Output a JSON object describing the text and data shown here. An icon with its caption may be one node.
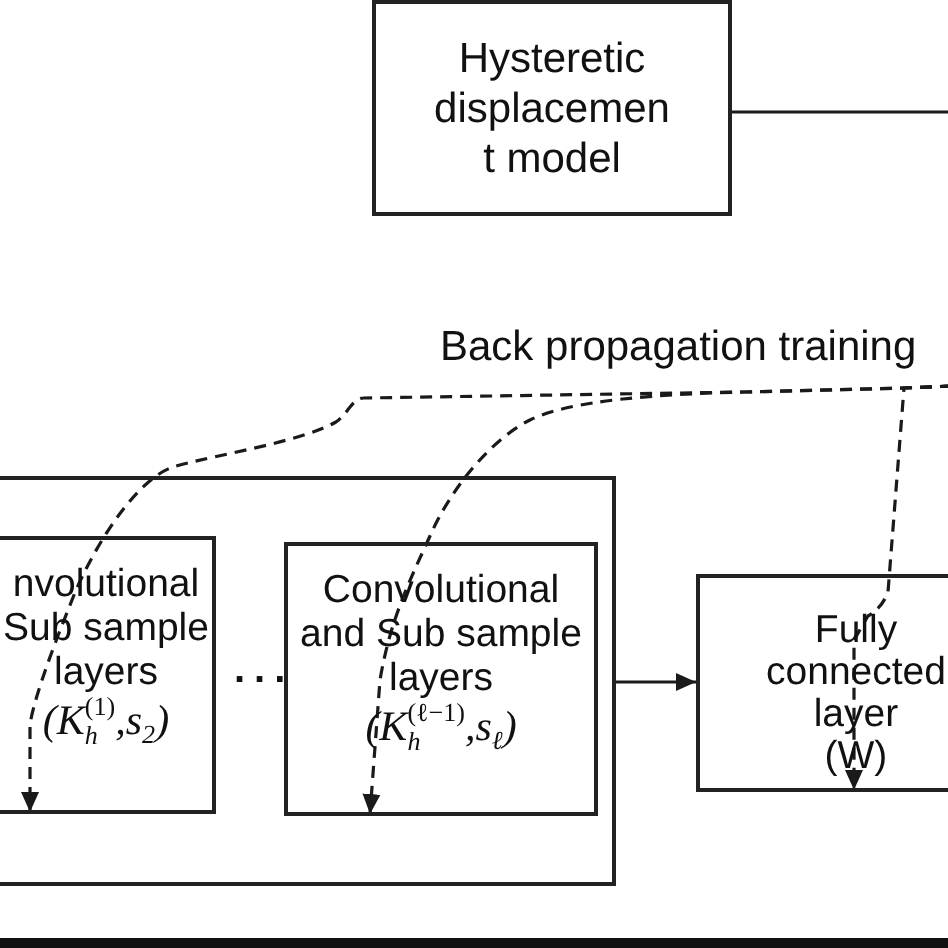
{
  "diagram": {
    "nodes": [
      {
        "text": [
          "Hysteretic displacemen t model"
        ]
      },
      {
        "text": [],
        "shape": "box"
      },
      {
        "text": [
          "nvolutional Sub sample layers",
          "(K$_{h}$$^{(1)}$,s$_{2}$)"
        ],
        "in": 1
      },
      {
        "text": [
          "Convolutional and Sub sample layers",
          "(K$_{h}$$^{(ℓ−1)}$,s$_{ℓ}$)"
        ],
        "in": 1
      },
      {
        "text": [
          "Fully connected layer (W)"
        ]
      }
    ],
    "edges": [
      {
        "from": 0,
        "to": null,
        "arrow": "none"
      },
      {
        "from": null,
        "to": 4,
        "arrow": "to",
        "style": "dashed"
      },
      {
        "from": null,
        "to": 3,
        "arrow": "to",
        "style": "dashed"
      },
      {
        "from": null,
        "to": 2,
        "arrow": "to",
        "style": "dashed"
      },
      {
        "from": 1,
        "to": 4,
        "arrow": "to"
      }
    ],
    "labels": [
      "Back propagation training",
      "..."
    ]
  }
}
